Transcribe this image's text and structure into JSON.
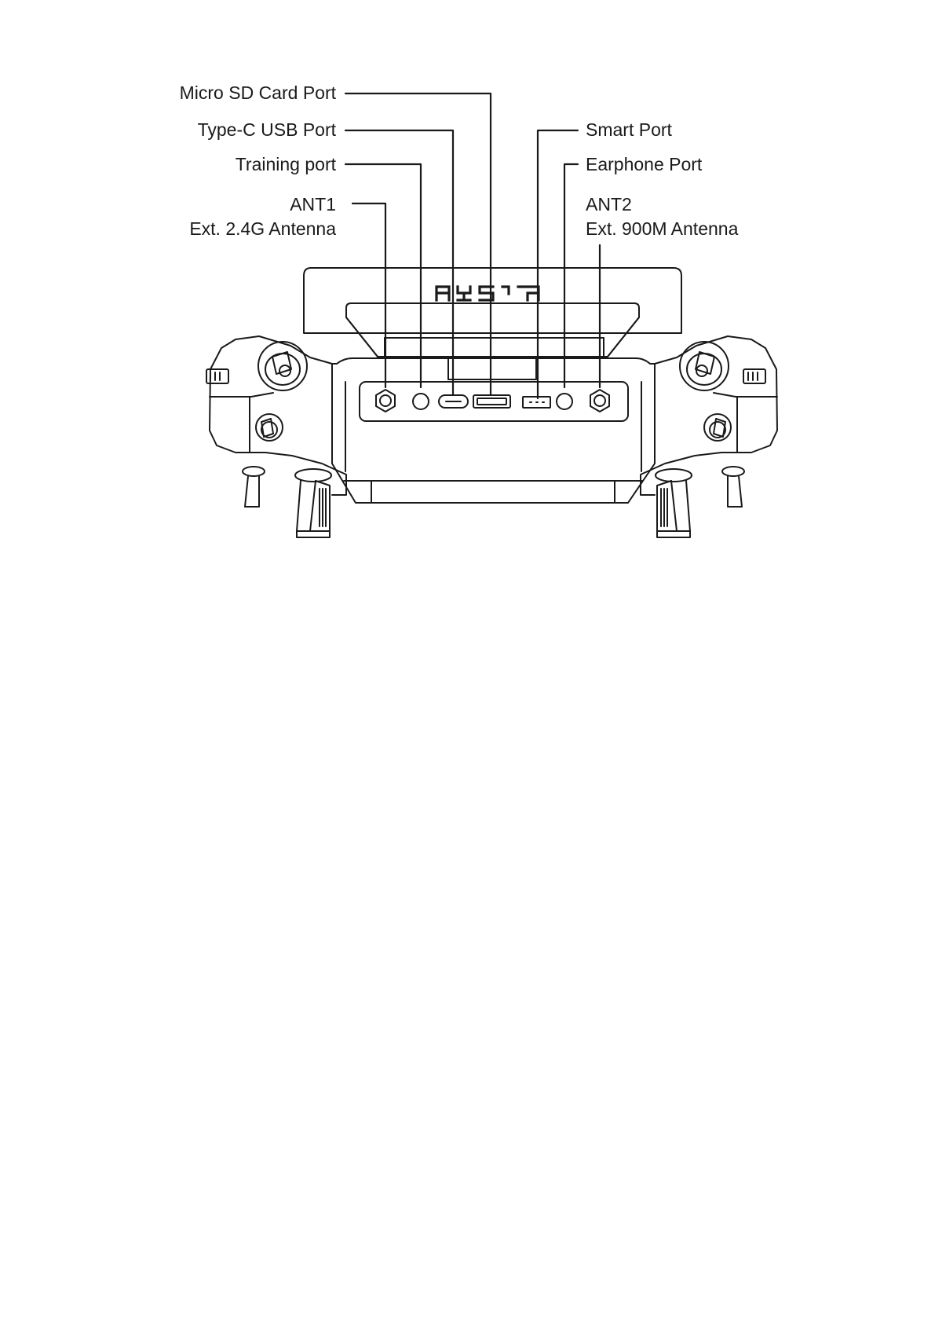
{
  "labels": {
    "micro_sd": "Micro SD Card Port",
    "type_c": "Type-C USB Port",
    "training": "Training port",
    "ant1_line1": "ANT1",
    "ant1_line2": "Ext. 2.4G Antenna",
    "smart": "Smart Port",
    "earphone": "Earphone Port",
    "ant2_line1": "ANT2",
    "ant2_line2": "Ext. 900M Antenna"
  },
  "colors": {
    "line": "#1a1a1a",
    "background": "#ffffff"
  }
}
